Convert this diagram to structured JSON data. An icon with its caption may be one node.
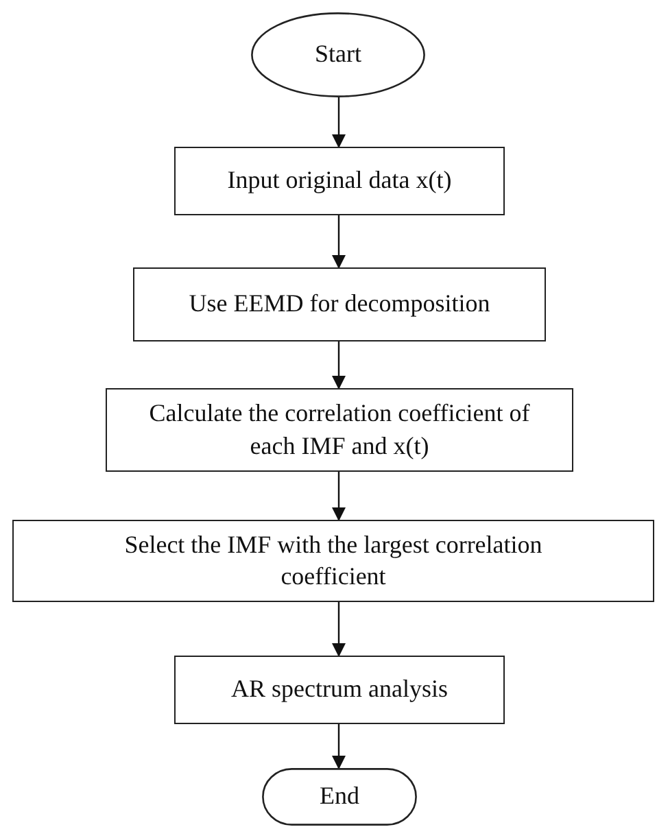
{
  "diagram": {
    "nodes": [
      {
        "text": [
          "Start"
        ]
      },
      {
        "text": [
          "Input original data x(t)"
        ]
      },
      {
        "text": [
          "Use EEMD for decomposition"
        ]
      },
      {
        "text": [
          "Calculate the correlation coefficient of each IMF and x(t)"
        ]
      },
      {
        "text": [
          "Select the IMF with the largest correlation coefficient"
        ]
      },
      {
        "text": [
          "AR spectrum analysis"
        ]
      },
      {
        "text": [
          "End"
        ]
      }
    ],
    "edges": [
      {
        "from": 0,
        "to": 1,
        "arrow": "to"
      },
      {
        "from": 1,
        "to": 2,
        "arrow": "to"
      },
      {
        "from": 2,
        "to": 3,
        "arrow": "to"
      },
      {
        "from": 3,
        "to": 4,
        "arrow": "to"
      },
      {
        "from": 4,
        "to": 5,
        "arrow": "to"
      },
      {
        "from": 5,
        "to": 6,
        "arrow": "to"
      }
    ]
  }
}
